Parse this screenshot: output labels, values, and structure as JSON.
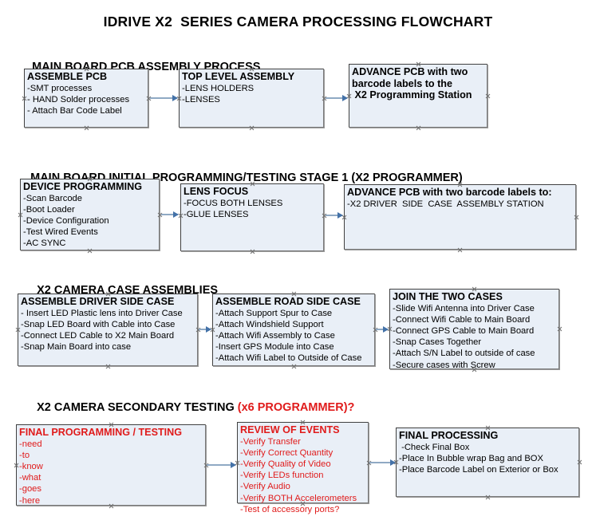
{
  "document": {
    "title": "IDRIVE X2  SERIES CAMERA PROCESSING FLOWCHART"
  },
  "colors": {
    "box_fill": "#e9eff7",
    "box_border": "#404040",
    "arrow": "#8fa9c4",
    "arrow_head": "#4472a8",
    "accent_red": "#e01b1b",
    "text": "#000000"
  },
  "sections": [
    {
      "id": "main-board-pcb-assembly",
      "heading": "MAIN BOARD PCB ASSEMBLY PROCESS",
      "heading_accent": "",
      "nodes": [
        {
          "id": "assemble-pcb",
          "title": "ASSEMBLE PCB",
          "lines": [
            "-SMT processes",
            "- HAND Solder processes",
            "- Attach Bar Code Label"
          ]
        },
        {
          "id": "top-level-assembly",
          "title": "TOP LEVEL ASSEMBLY",
          "lines": [
            "-LENS HOLDERS",
            "-LENSES"
          ]
        },
        {
          "id": "advance-pcb-to-programming-station",
          "title": "ADVANCE PCB with two",
          "lines": [
            "barcode labels to the",
            " X2 Programming Station"
          ]
        }
      ]
    },
    {
      "id": "main-board-initial-programming",
      "heading": "MAIN BOARD INITIAL PROGRAMMING/TESTING STAGE 1 (X2 PROGRAMMER)",
      "heading_accent": "",
      "nodes": [
        {
          "id": "device-programming",
          "title": "DEVICE PROGRAMMING",
          "lines": [
            "-Scan Barcode",
            "-Boot Loader",
            "-Device Configuration",
            "-Test Wired Events",
            "-AC SYNC"
          ]
        },
        {
          "id": "lens-focus",
          "title": "LENS FOCUS",
          "lines": [
            "-FOCUS BOTH LENSES",
            "-GLUE LENSES"
          ]
        },
        {
          "id": "advance-pcb-to-driver-side-case",
          "title": "ADVANCE PCB with two barcode labels to:",
          "lines": [
            "-X2 DRIVER  SIDE  CASE  ASSEMBLY STATION"
          ]
        }
      ]
    },
    {
      "id": "x2-camera-case-assemblies",
      "heading": "X2 CAMERA CASE ASSEMBLIES",
      "heading_accent": "",
      "nodes": [
        {
          "id": "assemble-driver-side-case",
          "title": "ASSEMBLE DRIVER SIDE CASE",
          "lines": [
            "- Insert LED Plastic lens into Driver Case",
            "-Snap LED Board with Cable into Case",
            "-Connect LED Cable to X2 Main Board",
            "-Snap Main Board into case"
          ]
        },
        {
          "id": "assemble-road-side-case",
          "title": "ASSEMBLE ROAD SIDE CASE",
          "lines": [
            "-Attach Support Spur to Case",
            "-Attach Windshield Support",
            "-Attach Wifi Assembly to Case",
            "-Insert GPS Module into Case",
            "-Attach Wifi Label to Outside of Case"
          ]
        },
        {
          "id": "join-the-two-cases",
          "title": "JOIN THE TWO CASES",
          "lines": [
            "-Slide Wifi Antenna into Driver Case",
            "-Connect Wifi Cable to Main Board",
            "-Connect GPS Cable to Main Board",
            "-Snap Cases Together",
            "-Attach S/N Label to outside of case",
            "-Secure cases with Screw"
          ]
        }
      ]
    },
    {
      "id": "x2-camera-secondary-testing",
      "heading": "X2 CAMERA SECONDARY TESTING ",
      "heading_accent": "(x6 PROGRAMMER)?",
      "nodes": [
        {
          "id": "final-programming-testing",
          "title": "FINAL PROGRAMMING / TESTING",
          "lines": [
            "-need",
            "-to",
            "-know",
            "-what",
            "-goes",
            "-here"
          ]
        },
        {
          "id": "review-of-events",
          "title": "REVIEW OF EVENTS",
          "lines": [
            "-Verify Transfer",
            "-Verify Correct Quantity",
            "-Verify Quality of Video",
            "-Verify LEDs function",
            "-Verify Audio",
            "-Verify BOTH Accelerometers",
            "-Test of accessory ports?"
          ]
        },
        {
          "id": "final-processing",
          "title": "FINAL PROCESSING",
          "lines": [
            " -Check Final Box",
            "-Place In Bubble wrap Bag and BOX",
            "-Place Barcode Label on Exterior or Box"
          ]
        }
      ]
    }
  ]
}
